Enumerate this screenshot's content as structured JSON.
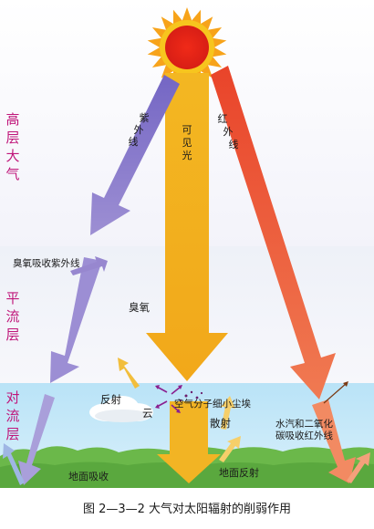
{
  "layers": {
    "upper": [
      "高",
      "层",
      "大",
      "气"
    ],
    "strato": [
      "平",
      "流",
      "层"
    ],
    "tropo": [
      "对",
      "流",
      "层"
    ]
  },
  "beams": {
    "uv": [
      "紫",
      "外",
      "线"
    ],
    "visible": [
      "可",
      "见",
      "光"
    ],
    "ir": [
      "红",
      "外",
      "线"
    ]
  },
  "labels": {
    "ozone_absorbs_uv": "臭氧吸收紫外线",
    "ozone": "臭氧",
    "reflection": "反射",
    "cloud": "云",
    "particles": "空气分子细小尘埃",
    "scattering": "散射",
    "vapor_co2_line1": "水汽和二氧化",
    "vapor_co2_line2": "碳吸收红外线",
    "ground_absorption": "地面吸收",
    "ground_reflection": "地面反射"
  },
  "caption": "图 2—3—2   大气对太阳辐射的削弱作用",
  "colors": {
    "layer_text": "#c0167a",
    "uv": "#8877c9",
    "visible": "#f0b020",
    "ir": "#ea5a2c",
    "sun": "#e8231a",
    "ground": "#6bb84a"
  }
}
